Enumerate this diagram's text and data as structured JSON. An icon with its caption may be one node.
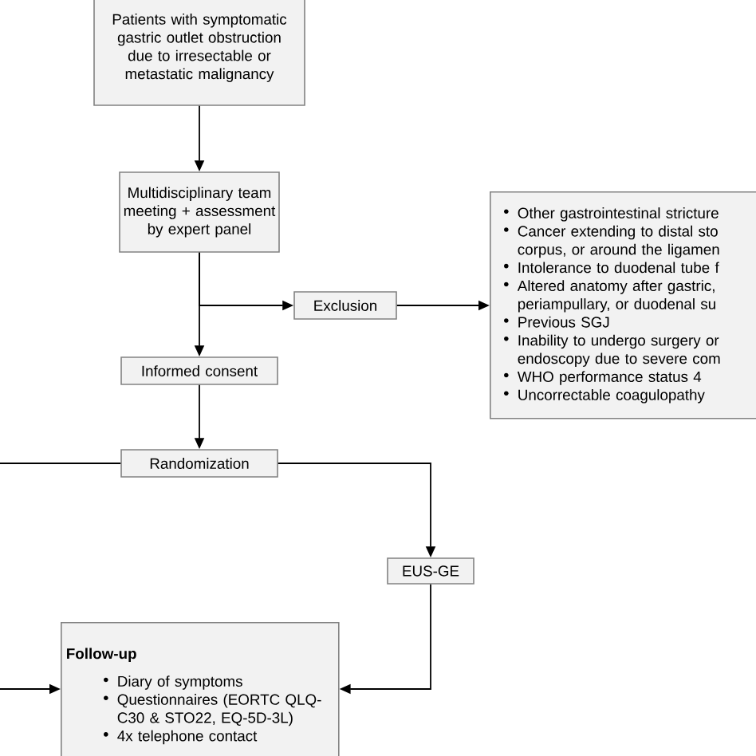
{
  "diagram": {
    "nodes": [
      {
        "text": [
          "Patients with symptomatic gastric outlet obstruction due to irresectable or metastatic malignancy"
        ]
      },
      {
        "text": [
          "Multidisciplinary team meeting + assessment by expert panel"
        ]
      },
      {
        "text": [
          "Exclusion"
        ]
      },
      {
        "text": [
          "Other gastrointestinal stricture",
          "Cancer extending to distal sto corpus, or around the ligamen",
          "Intolerance to duodenal tube f",
          "Altered anatomy after gastric, periampullary, or duodenal su",
          "Previous SGJ",
          "Inability to undergo surgery or endoscopy due to severe com",
          "WHO performance status 4",
          "Uncorrectable coagulopathy"
        ]
      },
      {
        "text": [
          "Informed consent"
        ]
      },
      {
        "text": [
          "Randomization"
        ]
      },
      {
        "text": [
          "EUS-GE"
        ]
      },
      {
        "text": [
          "Follow-up",
          "Diary of symptoms",
          "Questionnaires (EORTC QLQ-C30 & STO22, EQ-5D-3L)",
          "4x telephone contact"
        ]
      }
    ],
    "edges": [
      {
        "from": 0,
        "to": 1,
        "arrow": "to"
      },
      {
        "from": 1,
        "to": 2,
        "arrow": "to"
      },
      {
        "from": 1,
        "to": 4,
        "arrow": "to"
      },
      {
        "from": 2,
        "to": 3,
        "arrow": "to"
      },
      {
        "from": 4,
        "to": 5,
        "arrow": "to"
      },
      {
        "from": 5,
        "to": 6,
        "arrow": "to"
      },
      {
        "from": 5,
        "to": null,
        "arrow": "none"
      },
      {
        "from": null,
        "to": 7,
        "arrow": "to"
      },
      {
        "from": 6,
        "to": 7,
        "arrow": "to"
      }
    ]
  }
}
